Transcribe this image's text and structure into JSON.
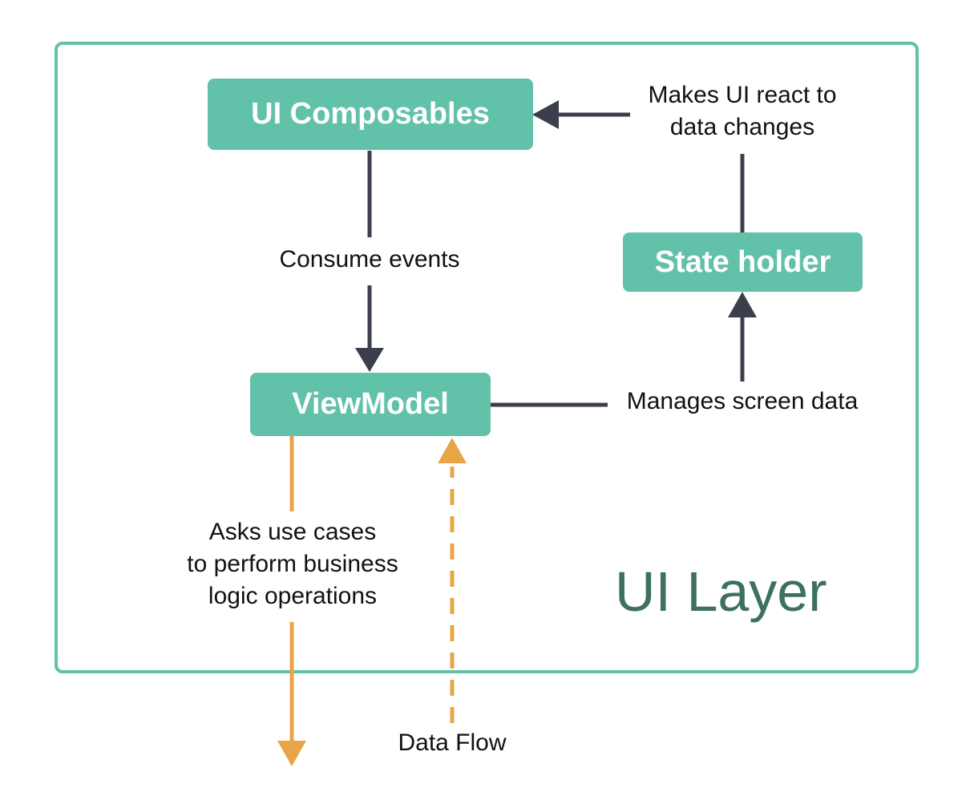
{
  "nodes": {
    "ui_composables": "UI Composables",
    "state_holder": "State holder",
    "viewmodel": "ViewModel"
  },
  "edges": {
    "consume_events": "Consume events",
    "react_line1": "Makes UI react to",
    "react_line2": "data changes",
    "manages_screen_data": "Manages screen data",
    "asks_line1": "Asks use cases",
    "asks_line2": "to perform business",
    "asks_line3": "logic operations",
    "data_flow": "Data Flow"
  },
  "layer_title": "UI Layer",
  "colors": {
    "node_fill": "#62c1a9",
    "frame": "#62c1a9",
    "arrow_dark": "#3a3f4b",
    "arrow_orange": "#e9a447",
    "layer_text": "#3e6f63"
  }
}
